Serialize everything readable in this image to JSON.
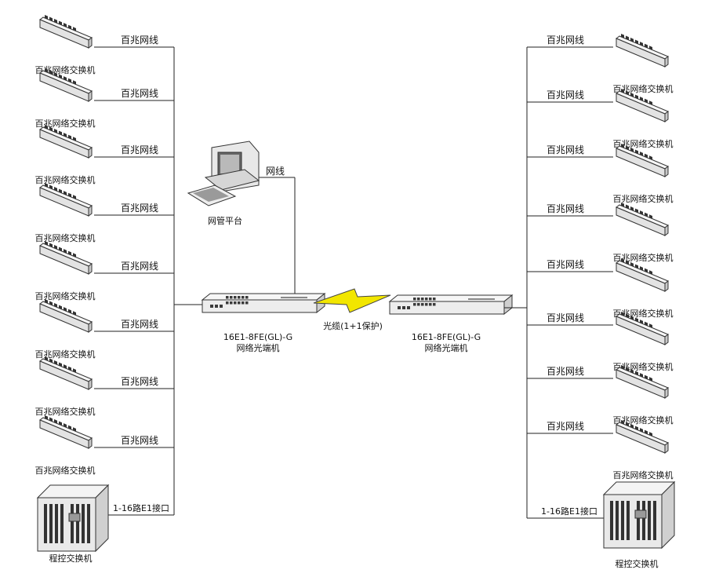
{
  "labels": {
    "switch": "百兆网络交换机",
    "cable": "百兆网线",
    "e1_interface": "1-16路E1接口",
    "pbx": "程控交换机",
    "nms": "网管平台",
    "nms_cable": "网线",
    "fiber": "光缆(1+1保护)",
    "terminal_model": "16E1-8FE(GL)-G",
    "terminal_name": "网络光端机"
  },
  "colors": {
    "line": "#222222",
    "lightning": "#f2e600",
    "device_body": "#eeeeee",
    "port": "#3a3a3a"
  },
  "icons": [
    "network-switch-icon",
    "pbx-server-icon",
    "computer-terminal-icon",
    "fiber-lightning-icon",
    "optical-terminal-icon"
  ]
}
